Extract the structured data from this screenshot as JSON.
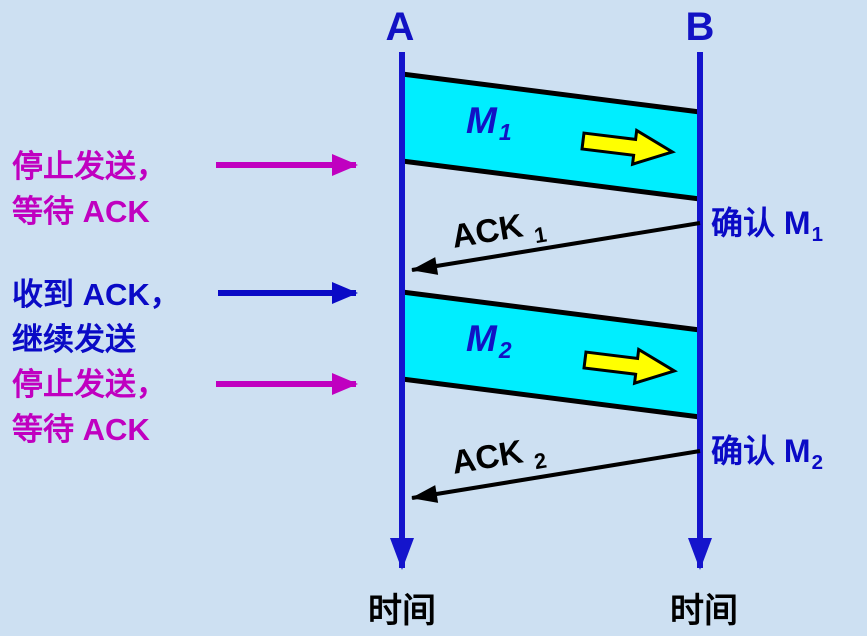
{
  "diagram": {
    "description_visible_texts_only": true,
    "colors": {
      "background": "#cde0f2",
      "message_fill": "#00eeff",
      "timeline_blue": "#1414cc",
      "text_blue": "#0a0ac6",
      "annotation_magenta": "#c000c0",
      "direction_arrow_yellow": "#ffff00",
      "ack_black": "#000000"
    },
    "endpoints": {
      "a": "A",
      "b": "B"
    },
    "messages": [
      {
        "name": "M",
        "sub": "1"
      },
      {
        "name": "M",
        "sub": "2"
      }
    ],
    "acks": [
      {
        "name": "ACK",
        "sub": "1"
      },
      {
        "name": "ACK",
        "sub": "2"
      }
    ],
    "confirmations": [
      {
        "text": "确认 M",
        "sub": "1"
      },
      {
        "text": "确认 M",
        "sub": "2"
      }
    ],
    "side_notes": [
      {
        "line1": "停止发送，",
        "line2": "等待 ACK"
      },
      {
        "line1": "收到 ACK，",
        "line2": "继续发送"
      },
      {
        "line1": "停止发送，",
        "line2": "等待 ACK"
      }
    ],
    "time_labels": {
      "left": "时间",
      "right": "时间"
    }
  }
}
